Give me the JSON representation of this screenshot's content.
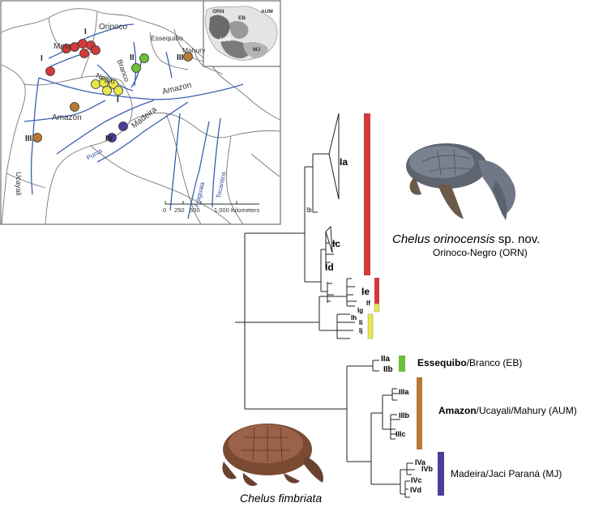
{
  "map": {
    "place_labels": [
      "Meta",
      "Orinoco",
      "Essequibo",
      "Mahury",
      "Negro",
      "Branco",
      "Amazon",
      "Amazon",
      "Purus",
      "Madeira",
      "Ucayali",
      "Araguaia",
      "Tocantins"
    ],
    "site_numerals": [
      "I",
      "I",
      "I",
      "II",
      "III",
      "III",
      "IV"
    ],
    "scale_ticks": [
      "0",
      "250",
      "500",
      "1,000 Kilometers"
    ],
    "inset_labels": [
      "ORN",
      "EB",
      "AUM",
      "AUM",
      "MJ"
    ]
  },
  "tree": {
    "clades": [
      "Ia",
      "Ib",
      "Ic",
      "Id",
      "Ie",
      "If",
      "Ig",
      "Ih",
      "Ii",
      "Ij",
      "IIa",
      "IIb",
      "IIIa",
      "IIIb",
      "IIIc",
      "IVa",
      "IVb",
      "IVc",
      "IVd"
    ]
  },
  "species": {
    "new_name": "Chelus orinocensis",
    "new_suffix": " sp. nov.",
    "new_group": "Orinoco-Negro (ORN)",
    "old_name": "Chelus fimbriata"
  },
  "groups": {
    "eb": {
      "bold": "Essequibo",
      "rest": "/Branco (EB)"
    },
    "aum": {
      "bold": "Amazon",
      "rest": "/Ucayali/Mahury (AUM)"
    },
    "mj": {
      "rest": "Madeira/Jaci Paraná (MJ)"
    }
  },
  "colors": {
    "orinoco_red": "#d23a3a",
    "negro_yellow": "#e8e84a",
    "essequibo_green": "#6cbf3a",
    "amazon_brown": "#b87a30",
    "madeira_purple": "#4a3f9a",
    "river_blue": "#3a5fb0"
  }
}
